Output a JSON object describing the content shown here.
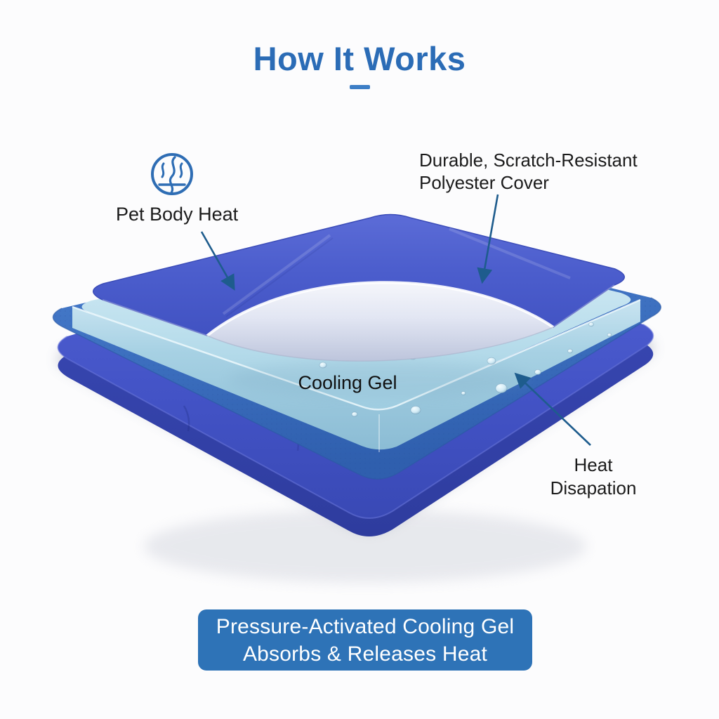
{
  "header": {
    "title": "How It Works"
  },
  "diagram": {
    "labels": {
      "pet_body_heat": "Pet Body Heat",
      "cover_line1": "Durable, Scratch-Resistant",
      "cover_line2": "Polyester Cover",
      "cooling_gel": "Cooling Gel",
      "heat_dissipation_line1": "Heat",
      "heat_dissipation_line2": "Disapation"
    },
    "icons": {
      "heat": "steam-heat-icon"
    }
  },
  "banner": {
    "line1": "Pressure-Activated Cooling Gel",
    "line2": "Absorbs & Releases Heat"
  },
  "colors": {
    "title": "#2b6cb6",
    "underline_accent": "#3d7ec6",
    "banner_bg": "#2e73b7",
    "banner_text": "#ffffff",
    "label_text": "#1b1b1b",
    "arrow": "#1e5c8d",
    "heat_icon_stroke": "#2e6db4",
    "cover_blue": "#4c5ecd",
    "gel_blue": "#bfe2ee",
    "fabric_blue": "#3e73c2",
    "base_mat_blue": "#4353c6",
    "flap_underside": "#d9deec"
  }
}
